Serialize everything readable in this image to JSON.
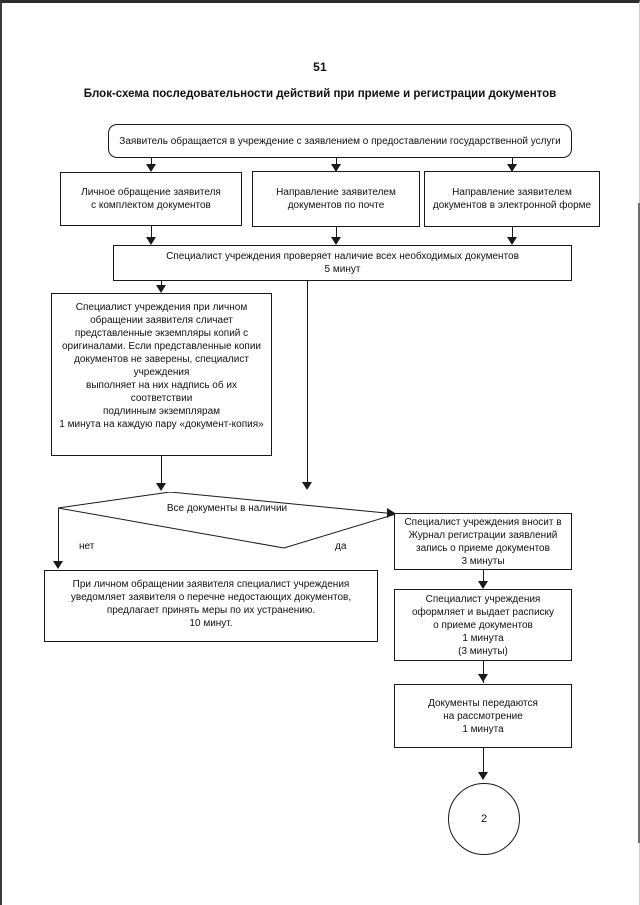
{
  "page": {
    "number": "51",
    "title": "Блок-схема последовательности действий при приеме и регистрации документов"
  },
  "flowchart": {
    "type": "flowchart",
    "nodes": {
      "start": {
        "shape": "rounded-rectangle",
        "text": "Заявитель обращается в учреждение с заявлением о предоставлении государственной услуги"
      },
      "channel_personal": {
        "shape": "rectangle",
        "text": "Личное обращение заявителя\nс комплектом документов"
      },
      "channel_mail": {
        "shape": "rectangle",
        "text": "Направление заявителем\nдокументов по почте"
      },
      "channel_electronic": {
        "shape": "rectangle",
        "text": "Направление заявителем\nдокументов в электронной форме"
      },
      "check_documents": {
        "shape": "rectangle",
        "text": "Специалист учреждения проверяет наличие всех необходимых документов\n5 минут"
      },
      "compare_copies": {
        "shape": "rectangle",
        "text": "Специалист учреждения при личном\nобращении заявителя сличает\nпредставленные экземпляры копий с\nоригиналами. Если представленные копии\nдокументов не заверены, специалист\nучреждения\nвыполняет на них надпись об их\nсоответствии\nподлинным экземплярам\n1 минута на каждую пару «документ-копия»"
      },
      "decision_all_documents": {
        "shape": "diamond",
        "text": "Все документы в наличии",
        "branch_no": "нет",
        "branch_yes": "да"
      },
      "notify_missing": {
        "shape": "rectangle",
        "text": "При личном обращении заявителя специалист учреждения\nуведомляет заявителя о перечне недостающих документов,\nпредлагает принять меры по их устранению.\n10 минут."
      },
      "register_journal": {
        "shape": "rectangle",
        "text": "Специалист учреждения вносит в\nЖурнал регистрации заявлений\nзапись о приеме документов\n3 минуты"
      },
      "issue_receipt": {
        "shape": "rectangle",
        "text": "Специалист учреждения\nоформляет и выдает расписку\nо приеме документов\n1 минута\n(3 минуты)"
      },
      "transfer_documents": {
        "shape": "rectangle",
        "text": "Документы передаются\nна рассмотрение\n1 минута"
      },
      "connector_next": {
        "shape": "circle",
        "text": "2"
      }
    },
    "edges": [
      {
        "from": "start",
        "to": "channel_personal",
        "label": ""
      },
      {
        "from": "start",
        "to": "channel_mail",
        "label": ""
      },
      {
        "from": "start",
        "to": "channel_electronic",
        "label": ""
      },
      {
        "from": "channel_personal",
        "to": "check_documents",
        "label": ""
      },
      {
        "from": "channel_mail",
        "to": "check_documents",
        "label": ""
      },
      {
        "from": "channel_electronic",
        "to": "check_documents",
        "label": ""
      },
      {
        "from": "check_documents",
        "to": "compare_copies",
        "label": ""
      },
      {
        "from": "check_documents",
        "to": "decision_all_documents",
        "label": ""
      },
      {
        "from": "compare_copies",
        "to": "decision_all_documents",
        "label": ""
      },
      {
        "from": "decision_all_documents",
        "to": "notify_missing",
        "label": "нет"
      },
      {
        "from": "decision_all_documents",
        "to": "register_journal",
        "label": "да"
      },
      {
        "from": "register_journal",
        "to": "issue_receipt",
        "label": ""
      },
      {
        "from": "issue_receipt",
        "to": "transfer_documents",
        "label": ""
      },
      {
        "from": "transfer_documents",
        "to": "connector_next",
        "label": ""
      }
    ],
    "colors": {
      "stroke": "#1a1a1a",
      "fill": "#ffffff",
      "text": "#111111"
    }
  }
}
